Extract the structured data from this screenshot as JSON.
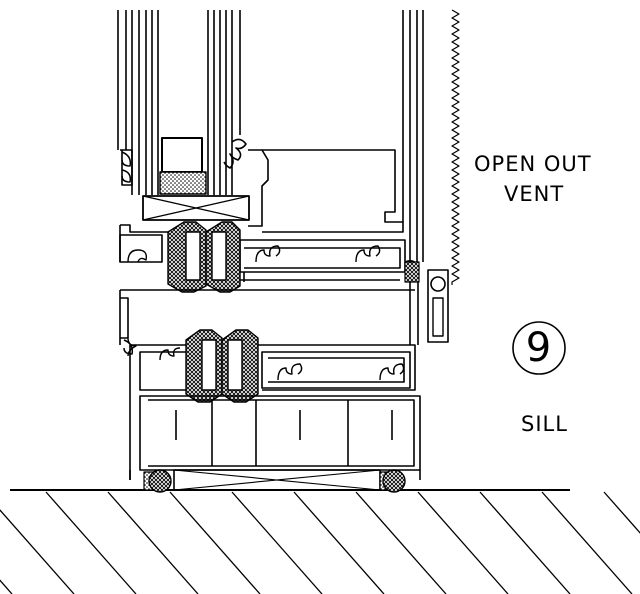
{
  "labels": {
    "vent_line1": "OPEN OUT",
    "vent_line2": "VENT",
    "detail_number": "9",
    "detail_name": "SILL"
  },
  "colors": {
    "line": "#000000",
    "background": "#ffffff"
  }
}
